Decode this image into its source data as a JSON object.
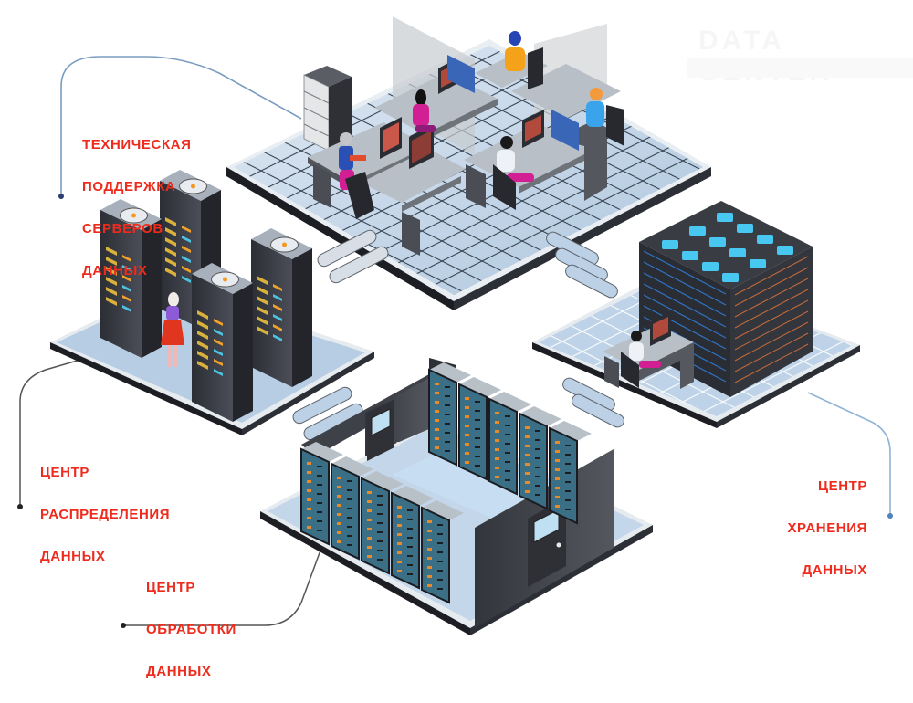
{
  "diagram": {
    "title_watermark": "DATA CENTER",
    "sections": [
      {
        "id": "support",
        "lines": [
          "ТЕХНИЧЕСКАЯ",
          "ПОДДЕРЖКА",
          "СЕРВЕРОВ",
          "ДАННЫХ"
        ],
        "depicts": "office with operators at workstations"
      },
      {
        "id": "distribution",
        "lines": [
          "ЦЕНТР",
          "РАСПРЕДЕЛЕНИЯ",
          "ДАННЫХ"
        ],
        "depicts": "server towers with cooling fans"
      },
      {
        "id": "storage",
        "lines": [
          "ЦЕНТР",
          "ХРАНЕНИЯ",
          "ДАННЫХ"
        ],
        "depicts": "storage server cluster with operator desk"
      },
      {
        "id": "processing",
        "lines": [
          "ЦЕНТР",
          "ОБРАБОТКИ",
          "ДАННЫХ"
        ],
        "depicts": "enclosed server room with racks"
      }
    ],
    "colors": {
      "label": "#ee2b1c",
      "floor": "#c9d9ea",
      "floor_grid": "#1f2a36",
      "rack_dark": "#3b3d45",
      "rack_top": "#9aa3ad",
      "accent_blue": "#3aa6e8",
      "accent_orange": "#f39a1e",
      "accent_magenta": "#d4219a",
      "connector": "#8fb3d6"
    }
  }
}
